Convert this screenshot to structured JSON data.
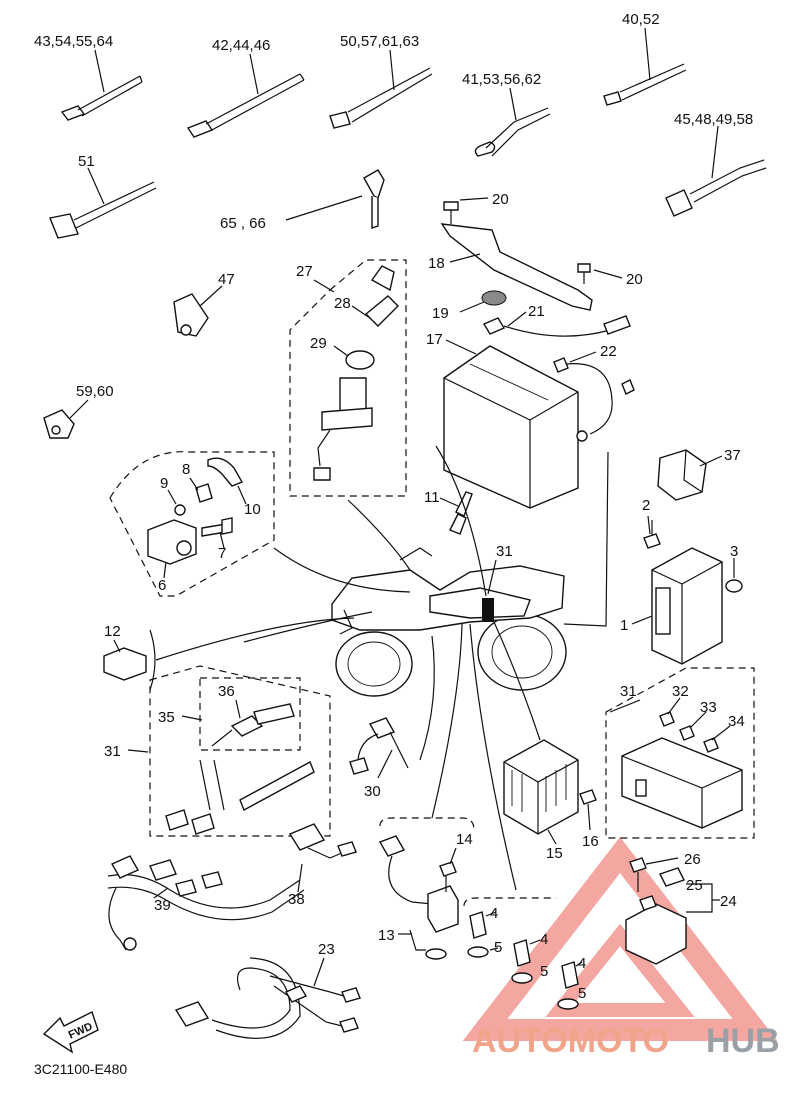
{
  "diagram_code": "3C21100-E480",
  "fwd_label": "FWD",
  "watermark": {
    "part1": "AUTOMOTO",
    "part2": "HUB",
    "triangle_color": "#f08a80",
    "text_color_1": "#f1a48a",
    "text_color_2": "#9aa0a6"
  },
  "callouts": {
    "c43": "43,54,55,64",
    "c42": "42,44,46",
    "c50": "50,57,61,63",
    "c40": "40,52",
    "c41": "41,53,56,62",
    "c45": "45,48,49,58",
    "c51": "51",
    "c65": "65 , 66",
    "c20a": "20",
    "c20b": "20",
    "c18": "18",
    "c19": "19",
    "c21": "21",
    "c17": "17",
    "c22": "22",
    "c47": "47",
    "c27": "27",
    "c28": "28",
    "c29": "29",
    "c59": "59,60",
    "c37": "37",
    "c8": "8",
    "c9": "9",
    "c10": "10",
    "c11": "11",
    "c2": "2",
    "c3": "3",
    "c7": "7",
    "c6": "6",
    "c31a": "31",
    "c1": "1",
    "c12": "12",
    "c36": "36",
    "c35": "35",
    "c31b": "31",
    "c31c": "31",
    "c32": "32",
    "c33": "33",
    "c34": "34",
    "c30": "30",
    "c16": "16",
    "c15": "15",
    "c14": "14",
    "c26": "26",
    "c25": "25",
    "c24": "24",
    "c39": "39",
    "c38": "38",
    "c13": "13",
    "c4a": "4",
    "c5a": "5",
    "c4b": "4",
    "c5b": "5",
    "c4c": "4",
    "c5c": "5",
    "c23": "23"
  }
}
